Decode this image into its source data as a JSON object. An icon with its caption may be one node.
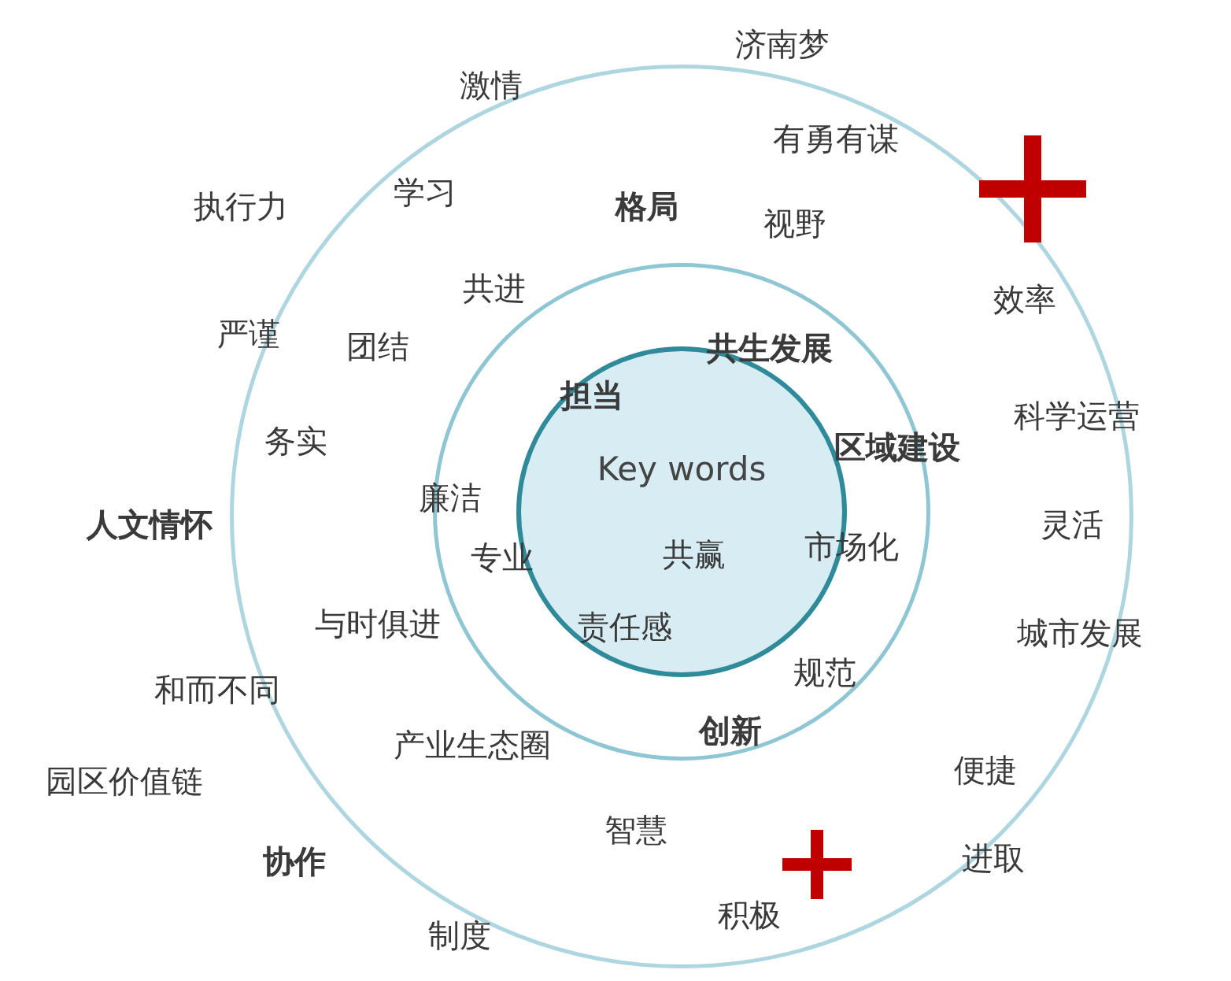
{
  "diagram": {
    "nodes": [
      {
        "text": [],
        "shape": "circle"
      },
      {
        "text": [],
        "shape": "circle",
        "in": 0
      },
      {
        "text": [
          "Key words"
        ],
        "in": 1
      }
    ],
    "labels": [
      "济南梦",
      "激情",
      "有勇有谋",
      "执行力",
      "学习",
      "格局",
      "视野",
      "共进",
      "效率",
      "严谨",
      "团结",
      "共生发展",
      "担当",
      "科学运营",
      "务实",
      "区域建设",
      "廉洁",
      "人文情怀",
      "灵活",
      "专业",
      "共赢",
      "市场化",
      "与时俱进",
      "责任感",
      "城市发展",
      "规范",
      "和而不同",
      "创新",
      "产业生态圈",
      "园区价值链",
      "便捷",
      "智慧",
      "协作",
      "进取",
      "积极",
      "制度"
    ]
  }
}
